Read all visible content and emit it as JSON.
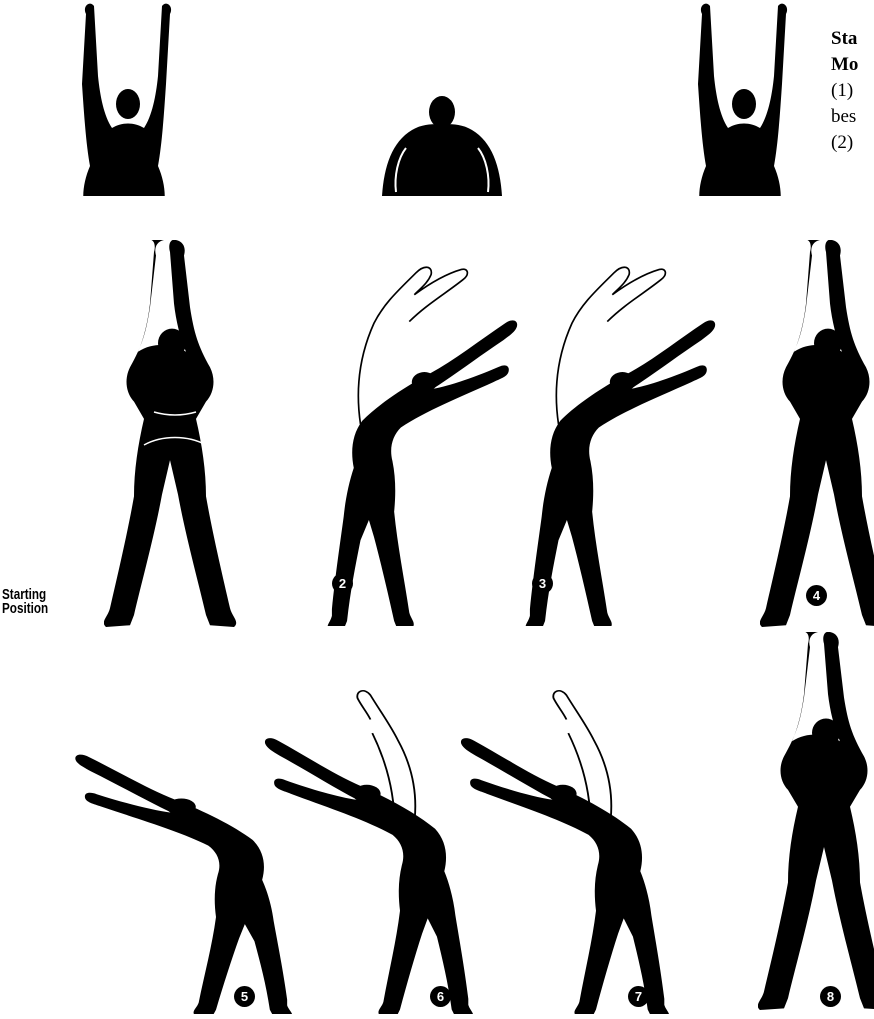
{
  "caption": {
    "line1": "Sta",
    "line2": "Mo",
    "line3": "(1)",
    "line4": "bes",
    "line5": "(2)"
  },
  "starting_label": {
    "line1": "Starting",
    "line2": "Position"
  },
  "step_badges": [
    "2",
    "3",
    "4",
    "5",
    "6",
    "7",
    "8"
  ],
  "figure_icons": {
    "ink": "#000000",
    "paper": "#ffffff"
  }
}
